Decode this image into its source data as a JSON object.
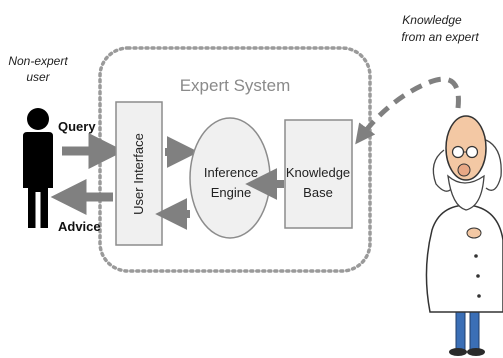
{
  "diagram": {
    "system_title": "Expert System",
    "user_label_line1": "Non-expert",
    "user_label_line2": "user",
    "query_label": "Query",
    "advice_label": "Advice",
    "user_interface_label": "User Interface",
    "inference_line1": "Inference",
    "inference_line2": "Engine",
    "knowledge_base_line1": "Knowledge",
    "knowledge_base_line2": "Base",
    "expert_label_line1": "Knowledge",
    "expert_label_line2": "from an expert"
  },
  "colors": {
    "box_fill": "#f0f0f0",
    "stroke": "#8c8c8c",
    "arrow": "#808080",
    "dotted_border": "#9a9a9a",
    "title_text": "#8a8a8a",
    "text": "#222222",
    "user_silhouette": "#000000"
  }
}
